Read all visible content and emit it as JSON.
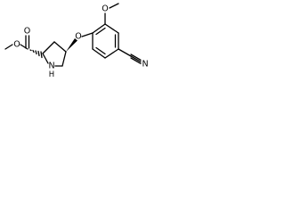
{
  "structure": {
    "atoms": {
      "ester_oxygen": "O",
      "carbonyl_oxygen": "O",
      "ring_nitrogen": "N",
      "ring_nitrogen_h": "H",
      "ether_oxygen": "O",
      "methoxy_oxygen": "O",
      "nitrile_nitrogen": "N"
    }
  }
}
